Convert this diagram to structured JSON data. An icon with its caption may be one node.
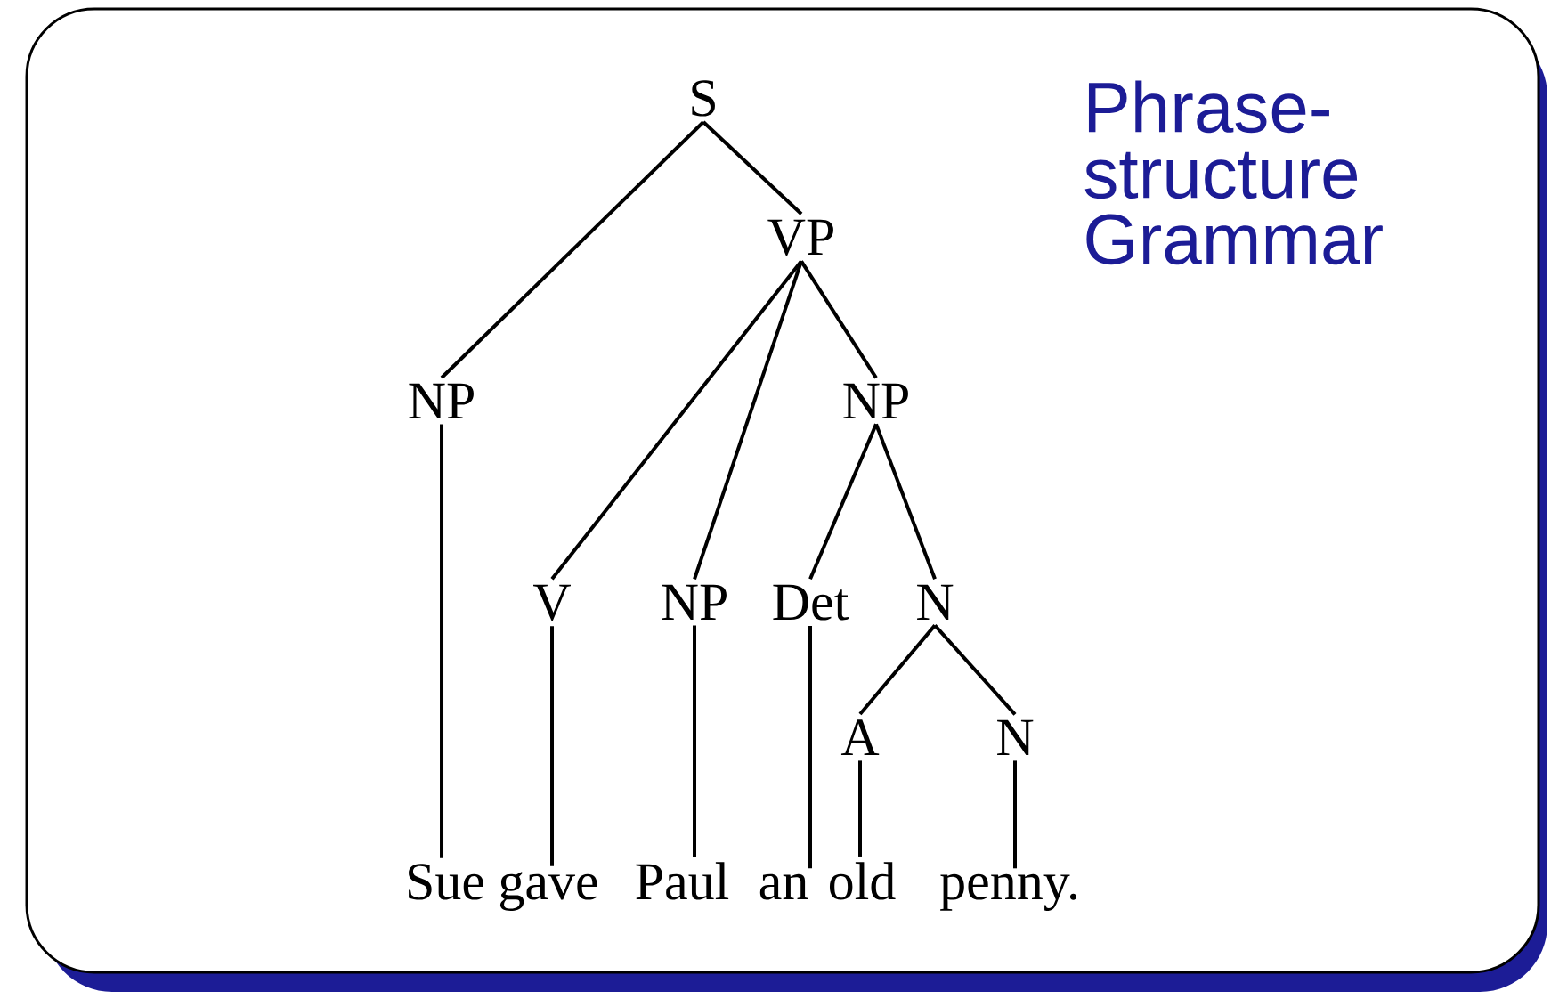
{
  "diagram": {
    "title": "Phrase-structure Grammar",
    "nodes": [
      {
        "text": [
          "S"
        ]
      },
      {
        "text": [
          "VP"
        ]
      },
      {
        "text": [
          "NP"
        ]
      },
      {
        "text": [
          "NP"
        ]
      },
      {
        "text": [
          "V"
        ]
      },
      {
        "text": [
          "NP"
        ]
      },
      {
        "text": [
          "Det"
        ]
      },
      {
        "text": [
          "N"
        ]
      },
      {
        "text": [
          "A"
        ]
      },
      {
        "text": [
          "N"
        ]
      },
      {
        "text": [
          "Sue"
        ]
      },
      {
        "text": [
          "gave"
        ]
      },
      {
        "text": [
          "Paul"
        ]
      },
      {
        "text": [
          "an"
        ]
      },
      {
        "text": [
          "old"
        ]
      },
      {
        "text": [
          "penny."
        ]
      }
    ],
    "edges": [
      {
        "from": 0,
        "to": 2,
        "arrow": "none"
      },
      {
        "from": 0,
        "to": 1,
        "arrow": "none"
      },
      {
        "from": 1,
        "to": 4,
        "arrow": "none"
      },
      {
        "from": 1,
        "to": 5,
        "arrow": "none"
      },
      {
        "from": 1,
        "to": 3,
        "arrow": "none"
      },
      {
        "from": 3,
        "to": 6,
        "arrow": "none"
      },
      {
        "from": 3,
        "to": 7,
        "arrow": "none"
      },
      {
        "from": 7,
        "to": 8,
        "arrow": "none"
      },
      {
        "from": 7,
        "to": 9,
        "arrow": "none"
      },
      {
        "from": 2,
        "to": 10,
        "arrow": "none"
      },
      {
        "from": 4,
        "to": 11,
        "arrow": "none"
      },
      {
        "from": 5,
        "to": 12,
        "arrow": "none"
      },
      {
        "from": 6,
        "to": 13,
        "arrow": "none"
      },
      {
        "from": 8,
        "to": 14,
        "arrow": "none"
      },
      {
        "from": 9,
        "to": 15,
        "arrow": "none"
      }
    ]
  }
}
